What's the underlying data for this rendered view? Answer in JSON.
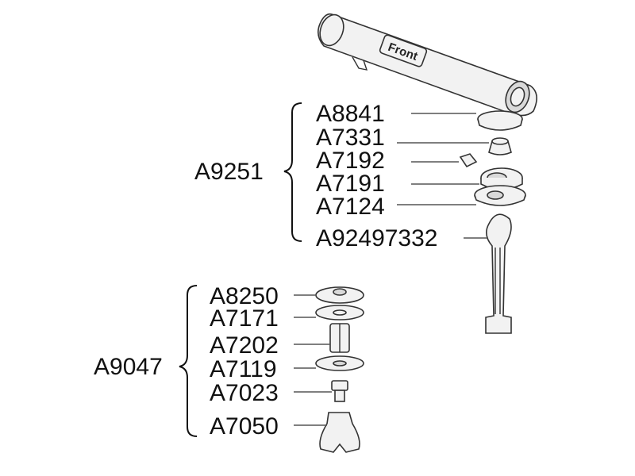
{
  "faucet": {
    "badge_text": "Front"
  },
  "group_upper": {
    "label": "A9251",
    "parts": [
      "A8841",
      "A7331",
      "A7192",
      "A7191",
      "A7124",
      "A92497332"
    ]
  },
  "group_lower": {
    "label": "A9047",
    "parts": [
      "A8250",
      "A7171",
      "A7202",
      "A7119",
      "A7023",
      "A7050"
    ]
  },
  "colors": {
    "text": "#111111",
    "outline": "#333333",
    "fill": "#f2f2f2"
  }
}
